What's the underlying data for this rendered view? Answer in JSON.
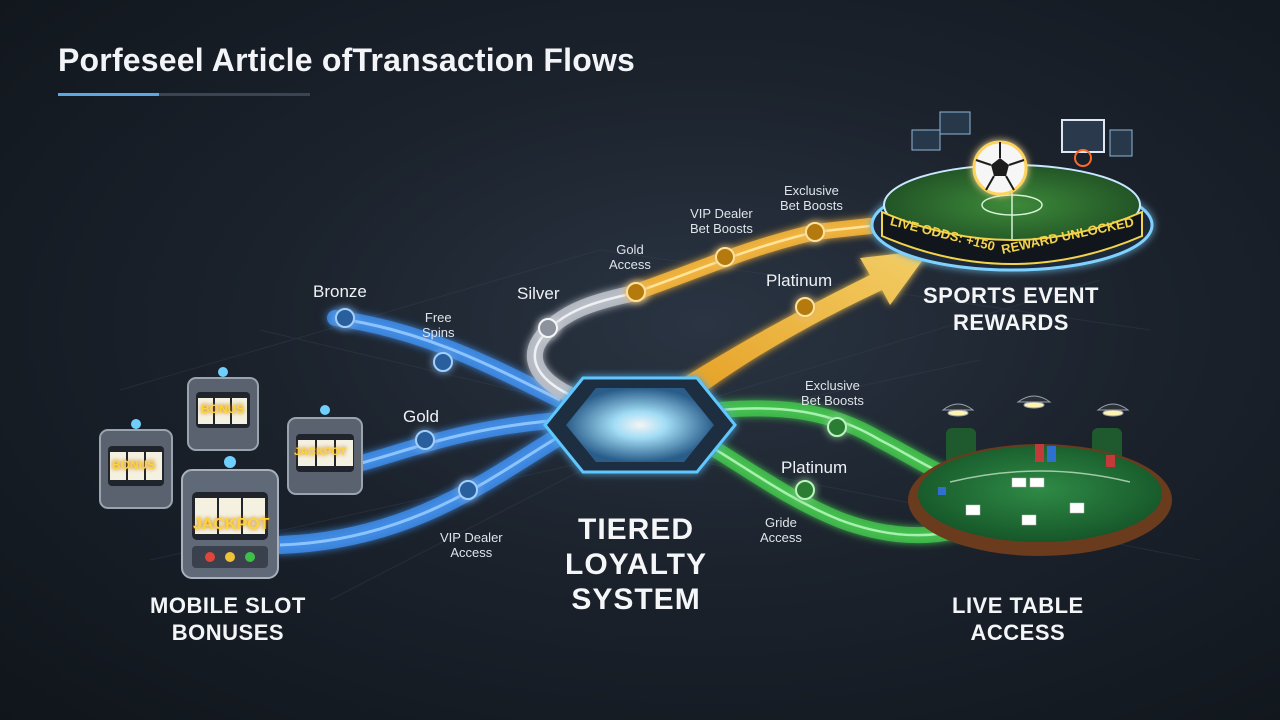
{
  "title": "Porfeseel Article ofTransaction Flows",
  "center_title": [
    "TIERED",
    "LOYALTY",
    "SYSTEM"
  ],
  "destinations": {
    "slots": [
      "MOBILE SLOT",
      "BONUSES"
    ],
    "sports": [
      "SPORTS EVENT",
      "REWARDS"
    ],
    "table": [
      "LIVE TABLE",
      "ACCESS"
    ]
  },
  "blue_path": {
    "tiers": {
      "bronze": "Bronze",
      "gold": "Gold"
    },
    "steps": {
      "free_spins": [
        "Free",
        "Spins"
      ],
      "vip_dealer": [
        "VIP Dealer",
        "Access"
      ]
    }
  },
  "upper_path": {
    "tiers": {
      "silver": "Silver",
      "platinum": "Platinum"
    },
    "steps": {
      "gold_access": [
        "Gold",
        "Access"
      ],
      "vip_dealer": [
        "VIP Dealer",
        "Bet Boosts"
      ],
      "exclusive": [
        "Exclusive",
        "Bet Boosts"
      ]
    }
  },
  "green_path": {
    "tiers": {
      "platinum": "Platinum"
    },
    "steps": {
      "exclusive": [
        "Exclusive",
        "Bet Boosts"
      ],
      "gride": [
        "Gride",
        "Access"
      ]
    }
  },
  "sports_banner": {
    "odds": "LIVE ODDS: +150",
    "reward": "REWARD UNLOCKED"
  },
  "slot_signs": [
    "BONUS",
    "BONUS",
    "JACKPOT",
    "JACKPOT"
  ],
  "colors": {
    "blue": "#3d8be6",
    "silver": "#b9bec6",
    "gold": "#f2b33a",
    "green": "#3fbf4a",
    "hub": "#7fd2ff"
  }
}
